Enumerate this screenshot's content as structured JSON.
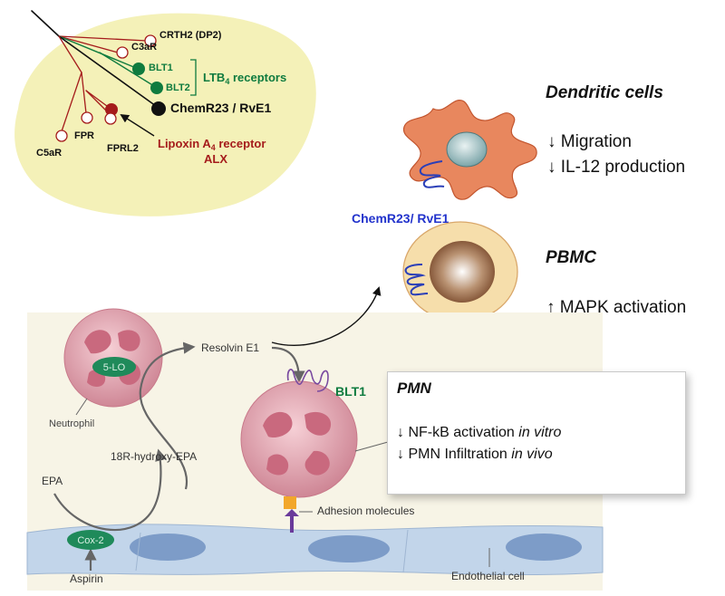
{
  "receptor_tree": {
    "crth2": "CRTH2 (DP2)",
    "c3ar": "C3aR",
    "blt1": "BLT1",
    "blt2": "BLT2",
    "ltb4_group": "LTB",
    "ltb4_sub": "4",
    "ltb4_suffix": " receptors",
    "chemr23": "ChemR23 / RvE1",
    "lipoxin_main": "Lipoxin A",
    "lipoxin_sub": "4",
    "lipoxin_suffix": " receptor",
    "alx": "ALX",
    "c5ar": "C5aR",
    "fpr": "FPR",
    "fprl2": "FPRL2"
  },
  "dendritic": {
    "title": "Dendritic cells",
    "effect1": "↓ Migration",
    "effect2": "↓ IL-12 production"
  },
  "chemr23_label": "ChemR23/ RvE1",
  "pbmc": {
    "title": "PBMC",
    "effect1": "↑ MAPK activation"
  },
  "pathway": {
    "lo5": "5-LO",
    "neutrophil": "Neutrophil",
    "resolvin": "Resolvin E1",
    "hydroxy": "18R-hydroxy-EPA",
    "epa": "EPA",
    "cox2": "Cox-2",
    "aspirin": "Aspirin",
    "adhesion": "Adhesion molecules",
    "endothelial": "Endothelial cell",
    "blt1": "BLT1"
  },
  "pmn_box": {
    "title": "PMN",
    "line1_main": "↓ NF-kB activation ",
    "line1_italic": "in vitro",
    "line2_main": "↓ PMN Infiltration ",
    "line2_italic": "in vivo"
  },
  "colors": {
    "tree_bg": "#f4f1b8",
    "green": "#0f7b3f",
    "dark_red": "#a51c1c",
    "blue_label": "#2233cc",
    "dc_body": "#e8875e",
    "pbmc_body": "#f6deab",
    "pathway_bg": "#f7f4e6",
    "neutrophil": "#e6a8b4",
    "endothelium": "#c2d5ea"
  }
}
